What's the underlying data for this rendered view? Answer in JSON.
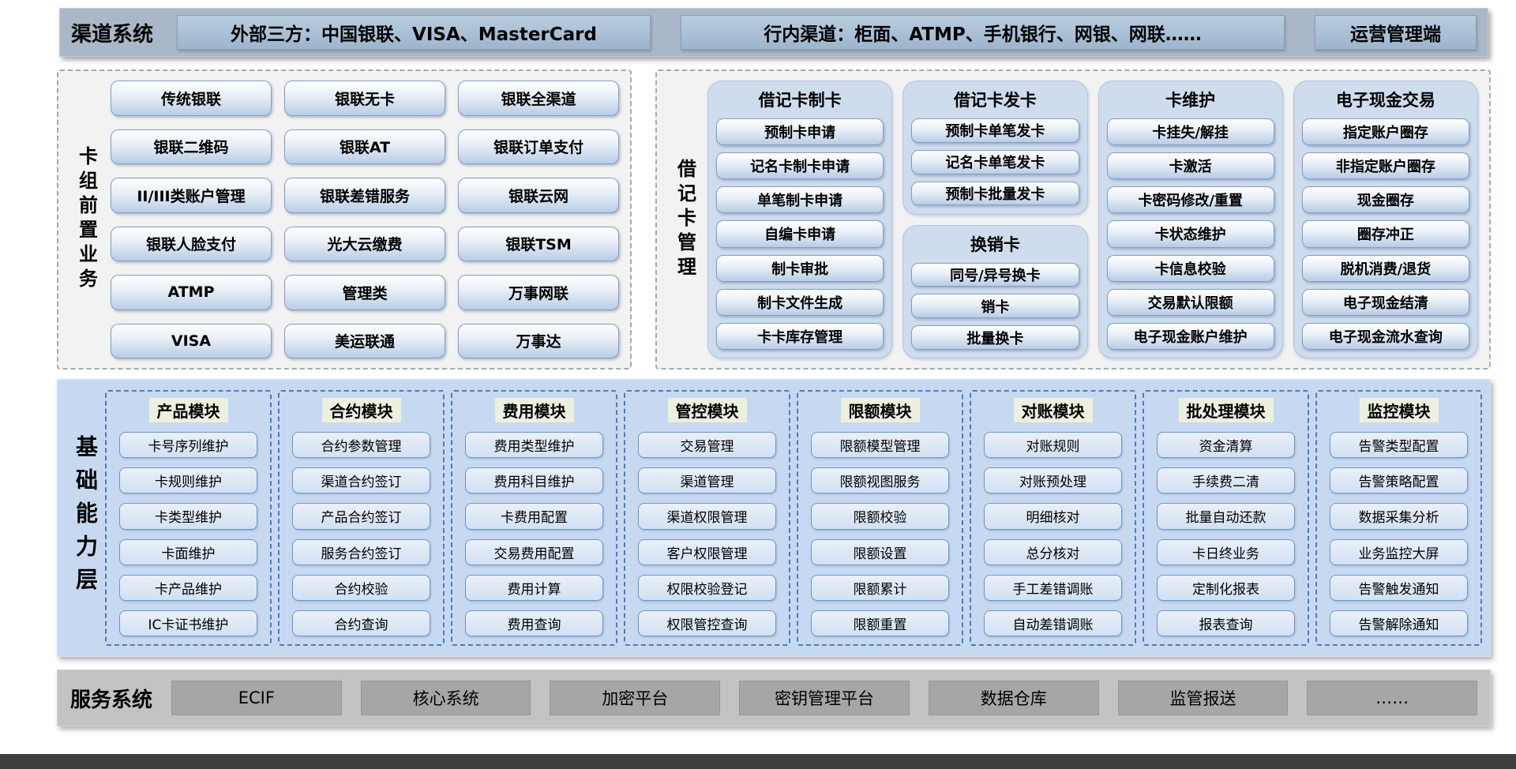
{
  "channel": {
    "title": "渠道系统",
    "buttons": [
      "外部三方：中国银联、VISA、MasterCard",
      "行内渠道：柜面、ATMP、手机银行、网银、网联……",
      "运营管理端"
    ]
  },
  "card_front": {
    "label": "卡组前置业务",
    "buttons": [
      "传统银联",
      "银联无卡",
      "银联全渠道",
      "银联二维码",
      "银联AT",
      "银联订单支付",
      "II/III类账户管理",
      "银联差错服务",
      "银联云网",
      "银联人脸支付",
      "光大云缴费",
      "银联TSM",
      "ATMP",
      "管理类",
      "万事网联",
      "VISA",
      "美运联通",
      "万事达"
    ]
  },
  "debit": {
    "label": "借记卡管理",
    "columns": [
      {
        "groups": [
          {
            "title": "借记卡制卡",
            "items": [
              "预制卡申请",
              "记名卡制卡申请",
              "单笔制卡申请",
              "自编卡申请",
              "制卡审批",
              "制卡文件生成",
              "卡卡库存管理"
            ]
          }
        ]
      },
      {
        "groups": [
          {
            "title": "借记卡发卡",
            "items": [
              "预制卡单笔发卡",
              "记名卡单笔发卡",
              "预制卡批量发卡"
            ]
          },
          {
            "title": "换销卡",
            "items": [
              "同号/异号换卡",
              "销卡",
              "批量换卡"
            ]
          }
        ]
      },
      {
        "groups": [
          {
            "title": "卡维护",
            "items": [
              "卡挂失/解挂",
              "卡激活",
              "卡密码修改/重置",
              "卡状态维护",
              "卡信息校验",
              "交易默认限额",
              "电子现金账户维护"
            ]
          }
        ]
      },
      {
        "groups": [
          {
            "title": "电子现金交易",
            "items": [
              "指定账户圈存",
              "非指定账户圈存",
              "现金圈存",
              "圈存冲正",
              "脱机消费/退货",
              "电子现金结清",
              "电子现金流水查询"
            ]
          }
        ]
      }
    ]
  },
  "base_layer": {
    "label": "基础能力层",
    "modules": [
      {
        "title": "产品模块",
        "items": [
          "卡号序列维护",
          "卡规则维护",
          "卡类型维护",
          "卡面维护",
          "卡产品维护",
          "IC卡证书维护"
        ]
      },
      {
        "title": "合约模块",
        "items": [
          "合约参数管理",
          "渠道合约签订",
          "产品合约签订",
          "服务合约签订",
          "合约校验",
          "合约查询"
        ]
      },
      {
        "title": "费用模块",
        "items": [
          "费用类型维护",
          "费用科目维护",
          "卡费用配置",
          "交易费用配置",
          "费用计算",
          "费用查询"
        ]
      },
      {
        "title": "管控模块",
        "items": [
          "交易管理",
          "渠道管理",
          "渠道权限管理",
          "客户权限管理",
          "权限校验登记",
          "权限管控查询"
        ]
      },
      {
        "title": "限额模块",
        "items": [
          "限额模型管理",
          "限额视图服务",
          "限额校验",
          "限额设置",
          "限额累计",
          "限额重置"
        ]
      },
      {
        "title": "对账模块",
        "items": [
          "对账规则",
          "对账预处理",
          "明细核对",
          "总分核对",
          "手工差错调账",
          "自动差错调账"
        ]
      },
      {
        "title": "批处理模块",
        "items": [
          "资金清算",
          "手续费二清",
          "批量自动还款",
          "卡日终业务",
          "定制化报表",
          "报表查询"
        ]
      },
      {
        "title": "监控模块",
        "items": [
          "告警类型配置",
          "告警策略配置",
          "数据采集分析",
          "业务监控大屏",
          "告警触发通知",
          "告警解除通知"
        ]
      }
    ]
  },
  "service": {
    "title": "服务系统",
    "buttons": [
      "ECIF",
      "核心系统",
      "加密平台",
      "密钥管理平台",
      "数据仓库",
      "监管报送",
      "……"
    ]
  },
  "colors": {
    "channel_bar": "#a9b7c8",
    "channel_button": "#9db5cd",
    "panel_gray": "#f2f2f3",
    "glossy_button_blue": "#b9cce5",
    "debit_panel_blue": "#cfdcee",
    "base_layer_blue": "#c7d9f1",
    "module_border_blue": "#4a7dbd",
    "module_header_green": "#ebf1de",
    "module_button_blue": "#d2e0f2",
    "service_bar_gray": "#c3c3c3",
    "service_button_gray": "#a6a6a6",
    "footer_strip_dark": "#3e3e3e"
  }
}
